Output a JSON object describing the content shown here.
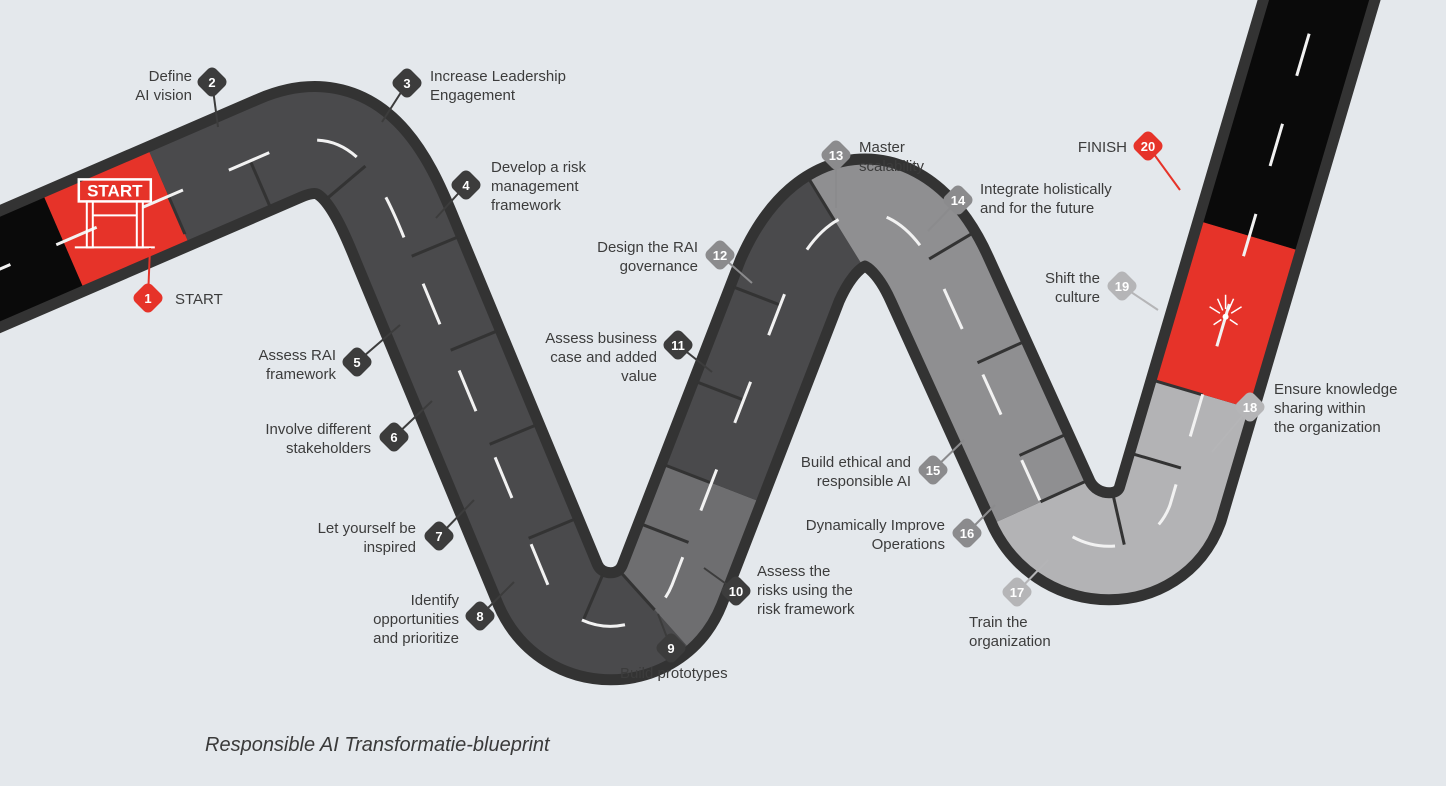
{
  "caption": "Responsible AI Transformatie-blueprint",
  "start_sign": "START",
  "colors": {
    "background": "#e4e8ec",
    "outline": "#333333",
    "asphalt_black": "#0a0a0a",
    "asphalt_dark": "#4a4a4c",
    "asphalt_mid": "#6e6e70",
    "asphalt_gray": "#8f8f91",
    "asphalt_light": "#b3b3b5",
    "accent_red": "#e63329",
    "marker_dark": "#3c3c3c",
    "marker_gray": "#8b8b8d",
    "marker_light": "#b5b5b7"
  },
  "steps": [
    {
      "number": "1",
      "lines": [
        "START"
      ],
      "tone": "red"
    },
    {
      "number": "2",
      "lines": [
        "Define",
        "AI vision"
      ],
      "tone": "dark"
    },
    {
      "number": "3",
      "lines": [
        "Increase Leadership",
        "Engagement"
      ],
      "tone": "dark"
    },
    {
      "number": "4",
      "lines": [
        "Develop a risk",
        "management",
        "framework"
      ],
      "tone": "dark"
    },
    {
      "number": "5",
      "lines": [
        "Assess RAI",
        "framework"
      ],
      "tone": "dark"
    },
    {
      "number": "6",
      "lines": [
        "Involve different",
        "stakeholders"
      ],
      "tone": "dark"
    },
    {
      "number": "7",
      "lines": [
        "Let yourself be",
        "inspired"
      ],
      "tone": "dark"
    },
    {
      "number": "8",
      "lines": [
        "Identify",
        "opportunities",
        "and prioritize"
      ],
      "tone": "dark"
    },
    {
      "number": "9",
      "lines": [
        "Build prototypes"
      ],
      "tone": "dark"
    },
    {
      "number": "10",
      "lines": [
        "Assess the",
        "risks using the",
        "risk framework"
      ],
      "tone": "dark"
    },
    {
      "number": "11",
      "lines": [
        "Assess business",
        "case and added",
        "value"
      ],
      "tone": "dark"
    },
    {
      "number": "12",
      "lines": [
        "Design the RAI",
        "governance"
      ],
      "tone": "gray"
    },
    {
      "number": "13",
      "lines": [
        "Master",
        "scalability"
      ],
      "tone": "gray"
    },
    {
      "number": "14",
      "lines": [
        "Integrate holistically",
        "and for the future"
      ],
      "tone": "gray"
    },
    {
      "number": "15",
      "lines": [
        "Build ethical and",
        "responsible AI"
      ],
      "tone": "gray"
    },
    {
      "number": "16",
      "lines": [
        "Dynamically Improve",
        "Operations"
      ],
      "tone": "gray"
    },
    {
      "number": "17",
      "lines": [
        "Train the",
        "organization"
      ],
      "tone": "light"
    },
    {
      "number": "18",
      "lines": [
        "Ensure knowledge",
        "sharing within",
        "the organization"
      ],
      "tone": "light"
    },
    {
      "number": "19",
      "lines": [
        "Shift the",
        "culture"
      ],
      "tone": "light"
    },
    {
      "number": "20",
      "lines": [
        "FINISH"
      ],
      "tone": "red"
    }
  ]
}
